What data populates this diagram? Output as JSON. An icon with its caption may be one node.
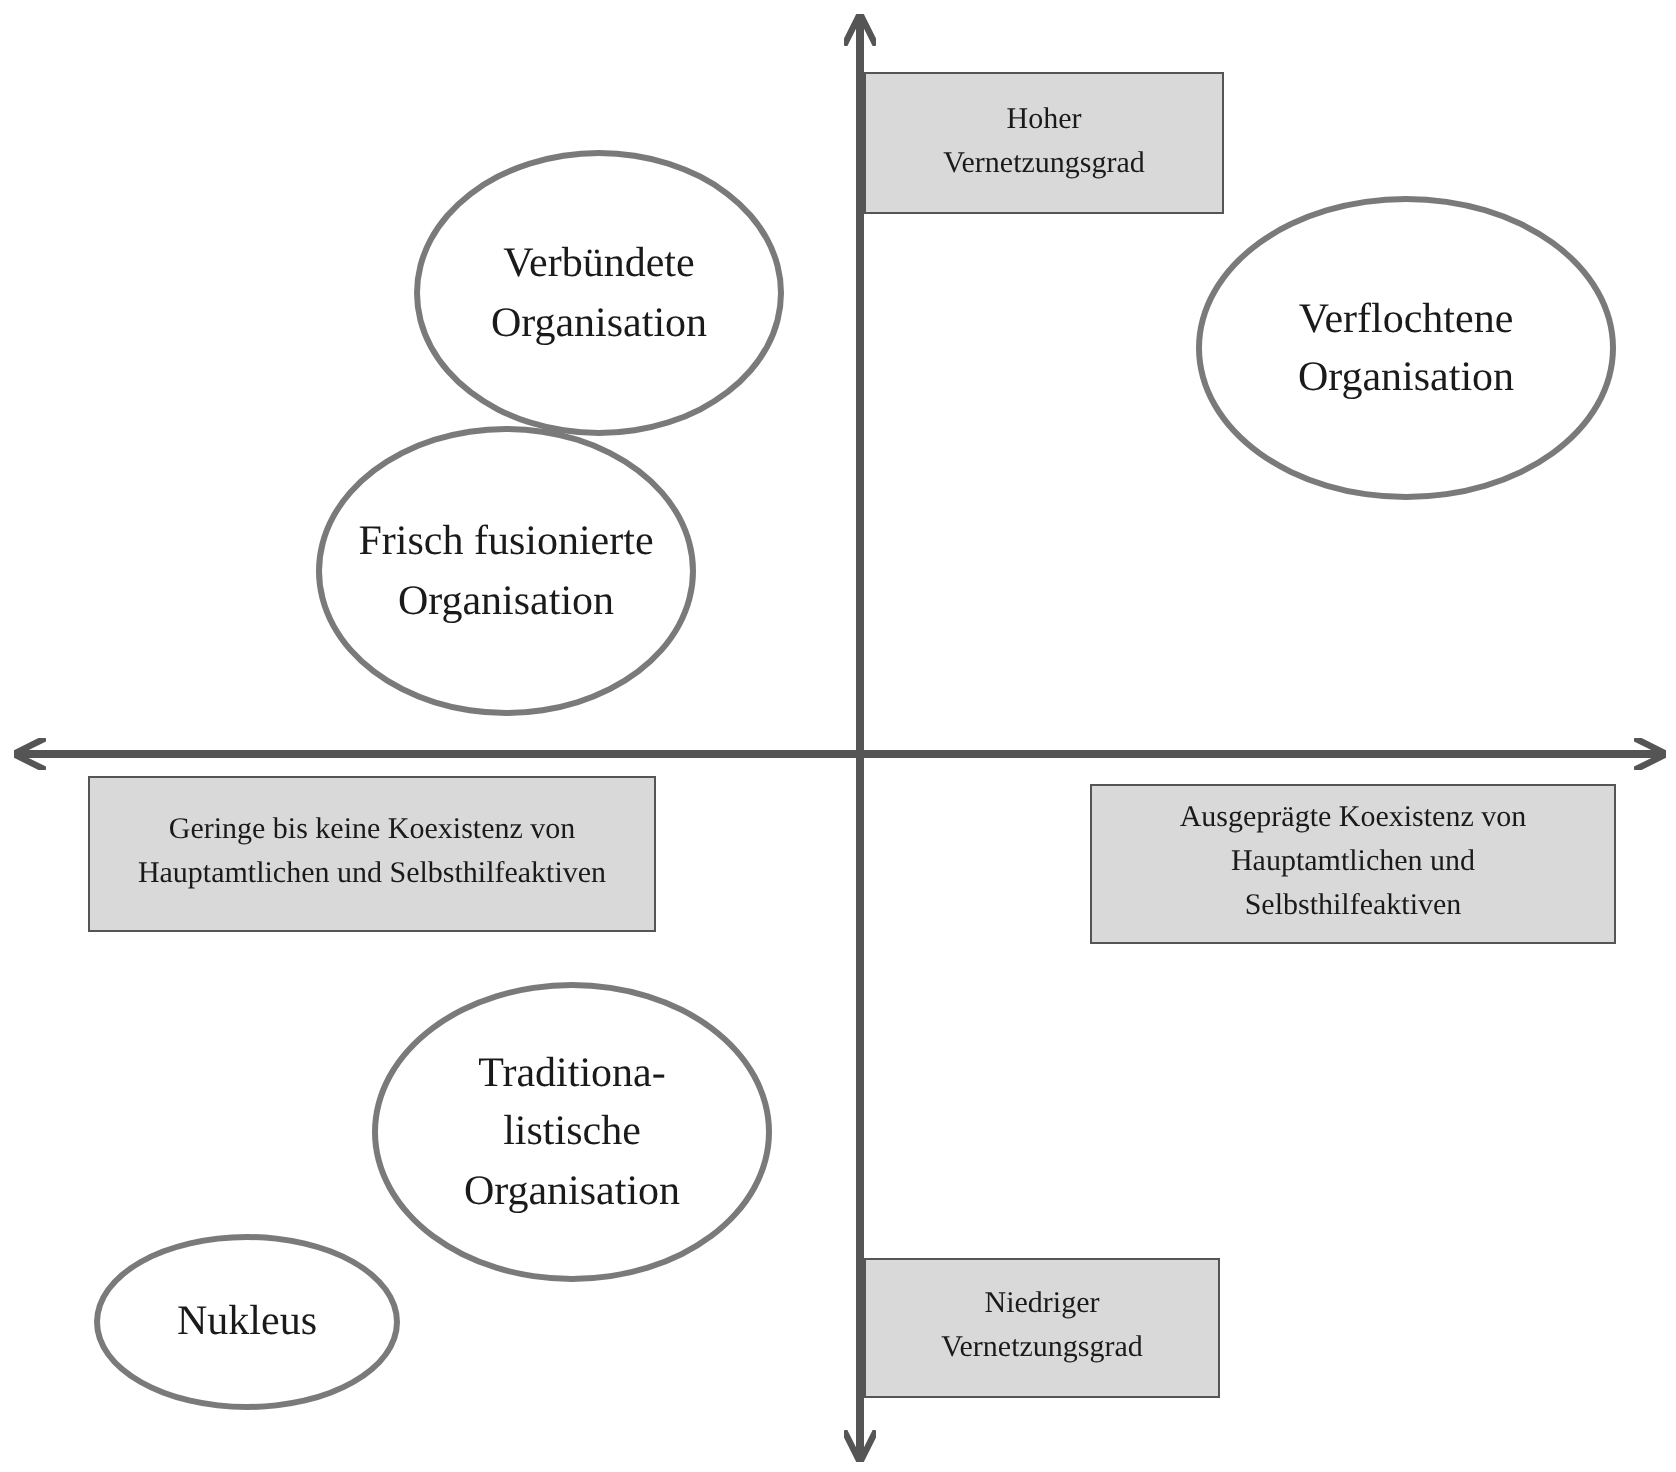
{
  "diagram": {
    "nodes": [
      {
        "text": [
          "Hoher Vernetzungsgrad"
        ]
      },
      {
        "text": [
          "Verbündete Organisation"
        ]
      },
      {
        "text": [
          "Verflochtene Organisation"
        ]
      },
      {
        "text": [
          "Frisch fusionierte Organisation"
        ]
      },
      {
        "text": [
          "Geringe bis keine Koexistenz von Hauptamtlichen und Selbsthilfeaktiven"
        ]
      },
      {
        "text": [
          "Ausgeprägte Koexistenz von Hauptamtlichen und Selbsthilfeaktiven"
        ]
      },
      {
        "text": [
          "Traditiona- listische Organisation"
        ]
      },
      {
        "text": [
          "Nukleus"
        ]
      },
      {
        "text": [
          "Niedriger Vernetzungsgrad"
        ]
      }
    ],
    "edges": []
  }
}
